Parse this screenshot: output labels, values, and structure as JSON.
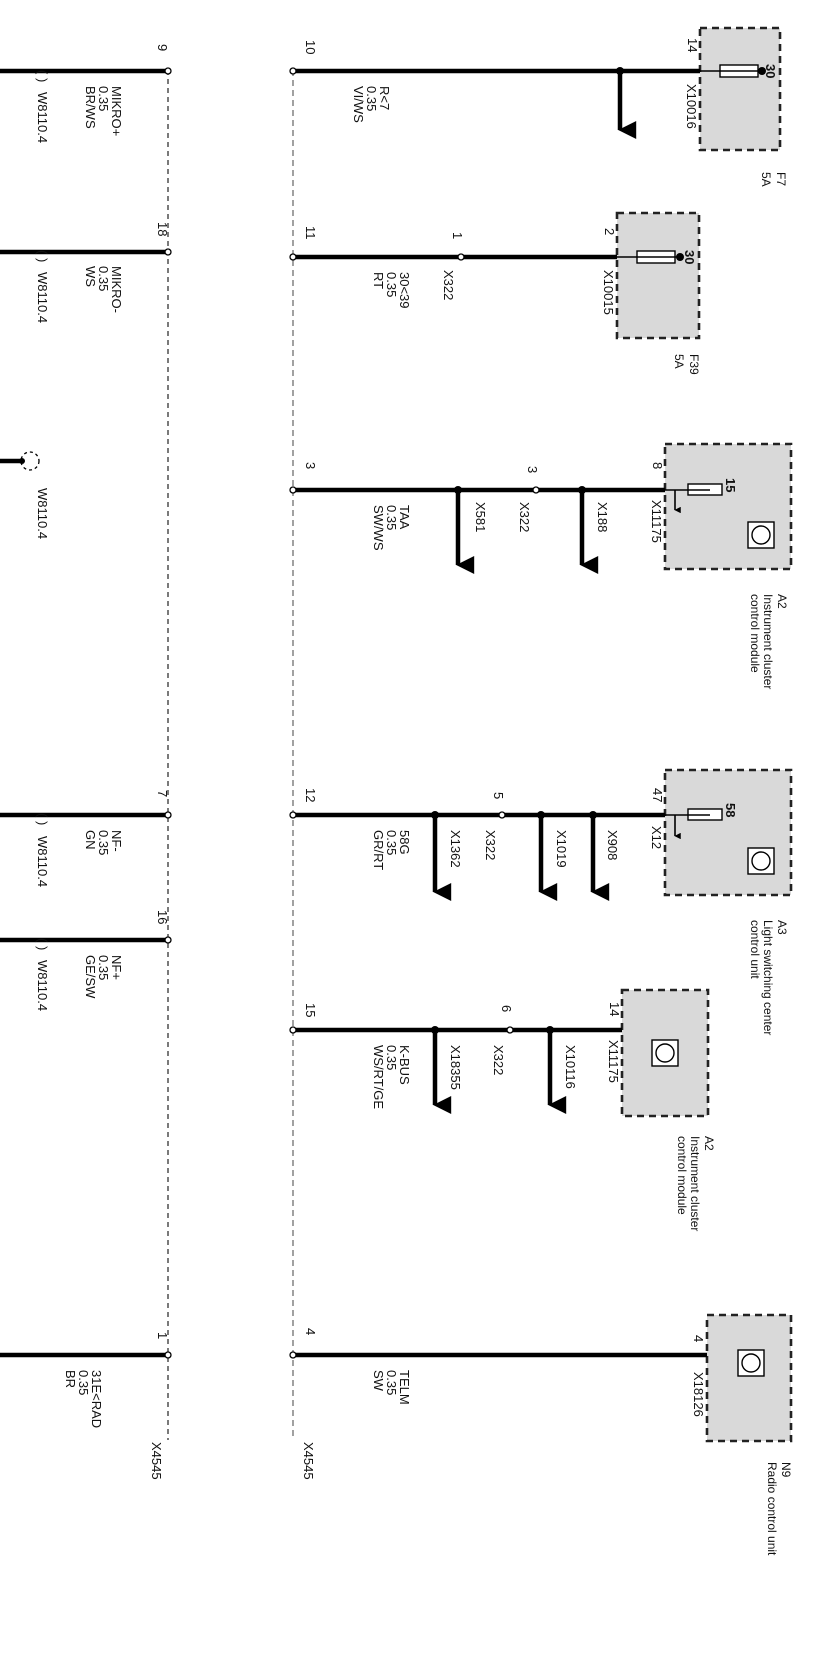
{
  "fuses": [
    {
      "id": "fuse-f7",
      "name": "F7",
      "rating": "5A",
      "terminal": "30",
      "connector": "X10016",
      "pin": "14"
    },
    {
      "id": "fuse-f39",
      "name": "F39",
      "rating": "5A",
      "terminal": "30",
      "connector": "X10015",
      "pin": "2"
    }
  ],
  "modules": [
    {
      "id": "module-a2-upper",
      "ref": "A2",
      "desc_lines": [
        "Instrument cluster",
        "control module"
      ],
      "terminal": "15",
      "connector": "X11175",
      "pin": "8"
    },
    {
      "id": "module-a3",
      "ref": "A3",
      "desc_lines": [
        "Light switching center",
        "control unit"
      ],
      "terminal": "58",
      "connector": "X12",
      "pin": "47"
    },
    {
      "id": "module-a2-lower",
      "ref": "A2",
      "desc_lines": [
        "Instrument cluster",
        "control module"
      ],
      "terminal": "",
      "connector": "X11175",
      "pin": "14"
    },
    {
      "id": "module-n9",
      "ref": "N9",
      "desc_lines": [
        "Radio control unit"
      ],
      "terminal": "",
      "connector": "X18126",
      "pin": "4"
    }
  ],
  "wires": [
    {
      "id": "wire-r7",
      "end_pin": "10",
      "signal": "R<7",
      "size": "0.35",
      "color": "VI/WS"
    },
    {
      "id": "wire-30-39",
      "end_pin": "11",
      "signal": "30<39",
      "size": "0.35",
      "color": "RT"
    },
    {
      "id": "wire-taa",
      "end_pin": "3",
      "signal": "TAA",
      "size": "0.35",
      "color": "SW/WS"
    },
    {
      "id": "wire-58g",
      "end_pin": "12",
      "signal": "58G",
      "size": "0.35",
      "color": "GR/RT"
    },
    {
      "id": "wire-kbus",
      "end_pin": "15",
      "signal": "K-BUS",
      "size": "0.35",
      "color": "WS/RT/GE"
    },
    {
      "id": "wire-telm",
      "end_pin": "4",
      "signal": "TELM",
      "size": "0.35",
      "color": "SW"
    }
  ],
  "splices": {
    "x322_a": {
      "label": "X322",
      "pin": "1"
    },
    "x322_b": {
      "label": "X322",
      "pin": "3"
    },
    "x322_c": {
      "label": "X322",
      "pin": "5"
    },
    "x322_d": {
      "label": "X322",
      "pin": "6"
    },
    "x188": "X188",
    "x581": "X581",
    "x908": "X908",
    "x1019": "X1019",
    "x1362": "X1362",
    "x10116": "X10116",
    "x18355": "X18355"
  },
  "connectors": {
    "x4545_upper": "X4545",
    "x4545_lower": "X4545"
  },
  "left_wires": [
    {
      "id": "wire-mikro-plus",
      "pin": "9",
      "signal": "MIKRO+",
      "size": "0.35",
      "color": "BR/WS",
      "conn": "W8110.4"
    },
    {
      "id": "wire-mikro-minus",
      "pin": "18",
      "signal": "MIKRO-",
      "size": "0.35",
      "color": "WS",
      "conn": "W8110.4"
    },
    {
      "id": "wire-shield",
      "pin": "",
      "signal": "",
      "size": "",
      "color": "",
      "conn": "W8110.4"
    },
    {
      "id": "wire-nf-minus",
      "pin": "7",
      "signal": "NF-",
      "size": "0.35",
      "color": "GN",
      "conn": "W8110.4"
    },
    {
      "id": "wire-nf-plus",
      "pin": "16",
      "signal": "NF+",
      "size": "0.35",
      "color": "GE/SW",
      "conn": "W8110.4"
    },
    {
      "id": "wire-31e",
      "pin": "1",
      "signal": "31E<RAD",
      "size": "0.35",
      "color": "BR",
      "conn": ""
    }
  ]
}
